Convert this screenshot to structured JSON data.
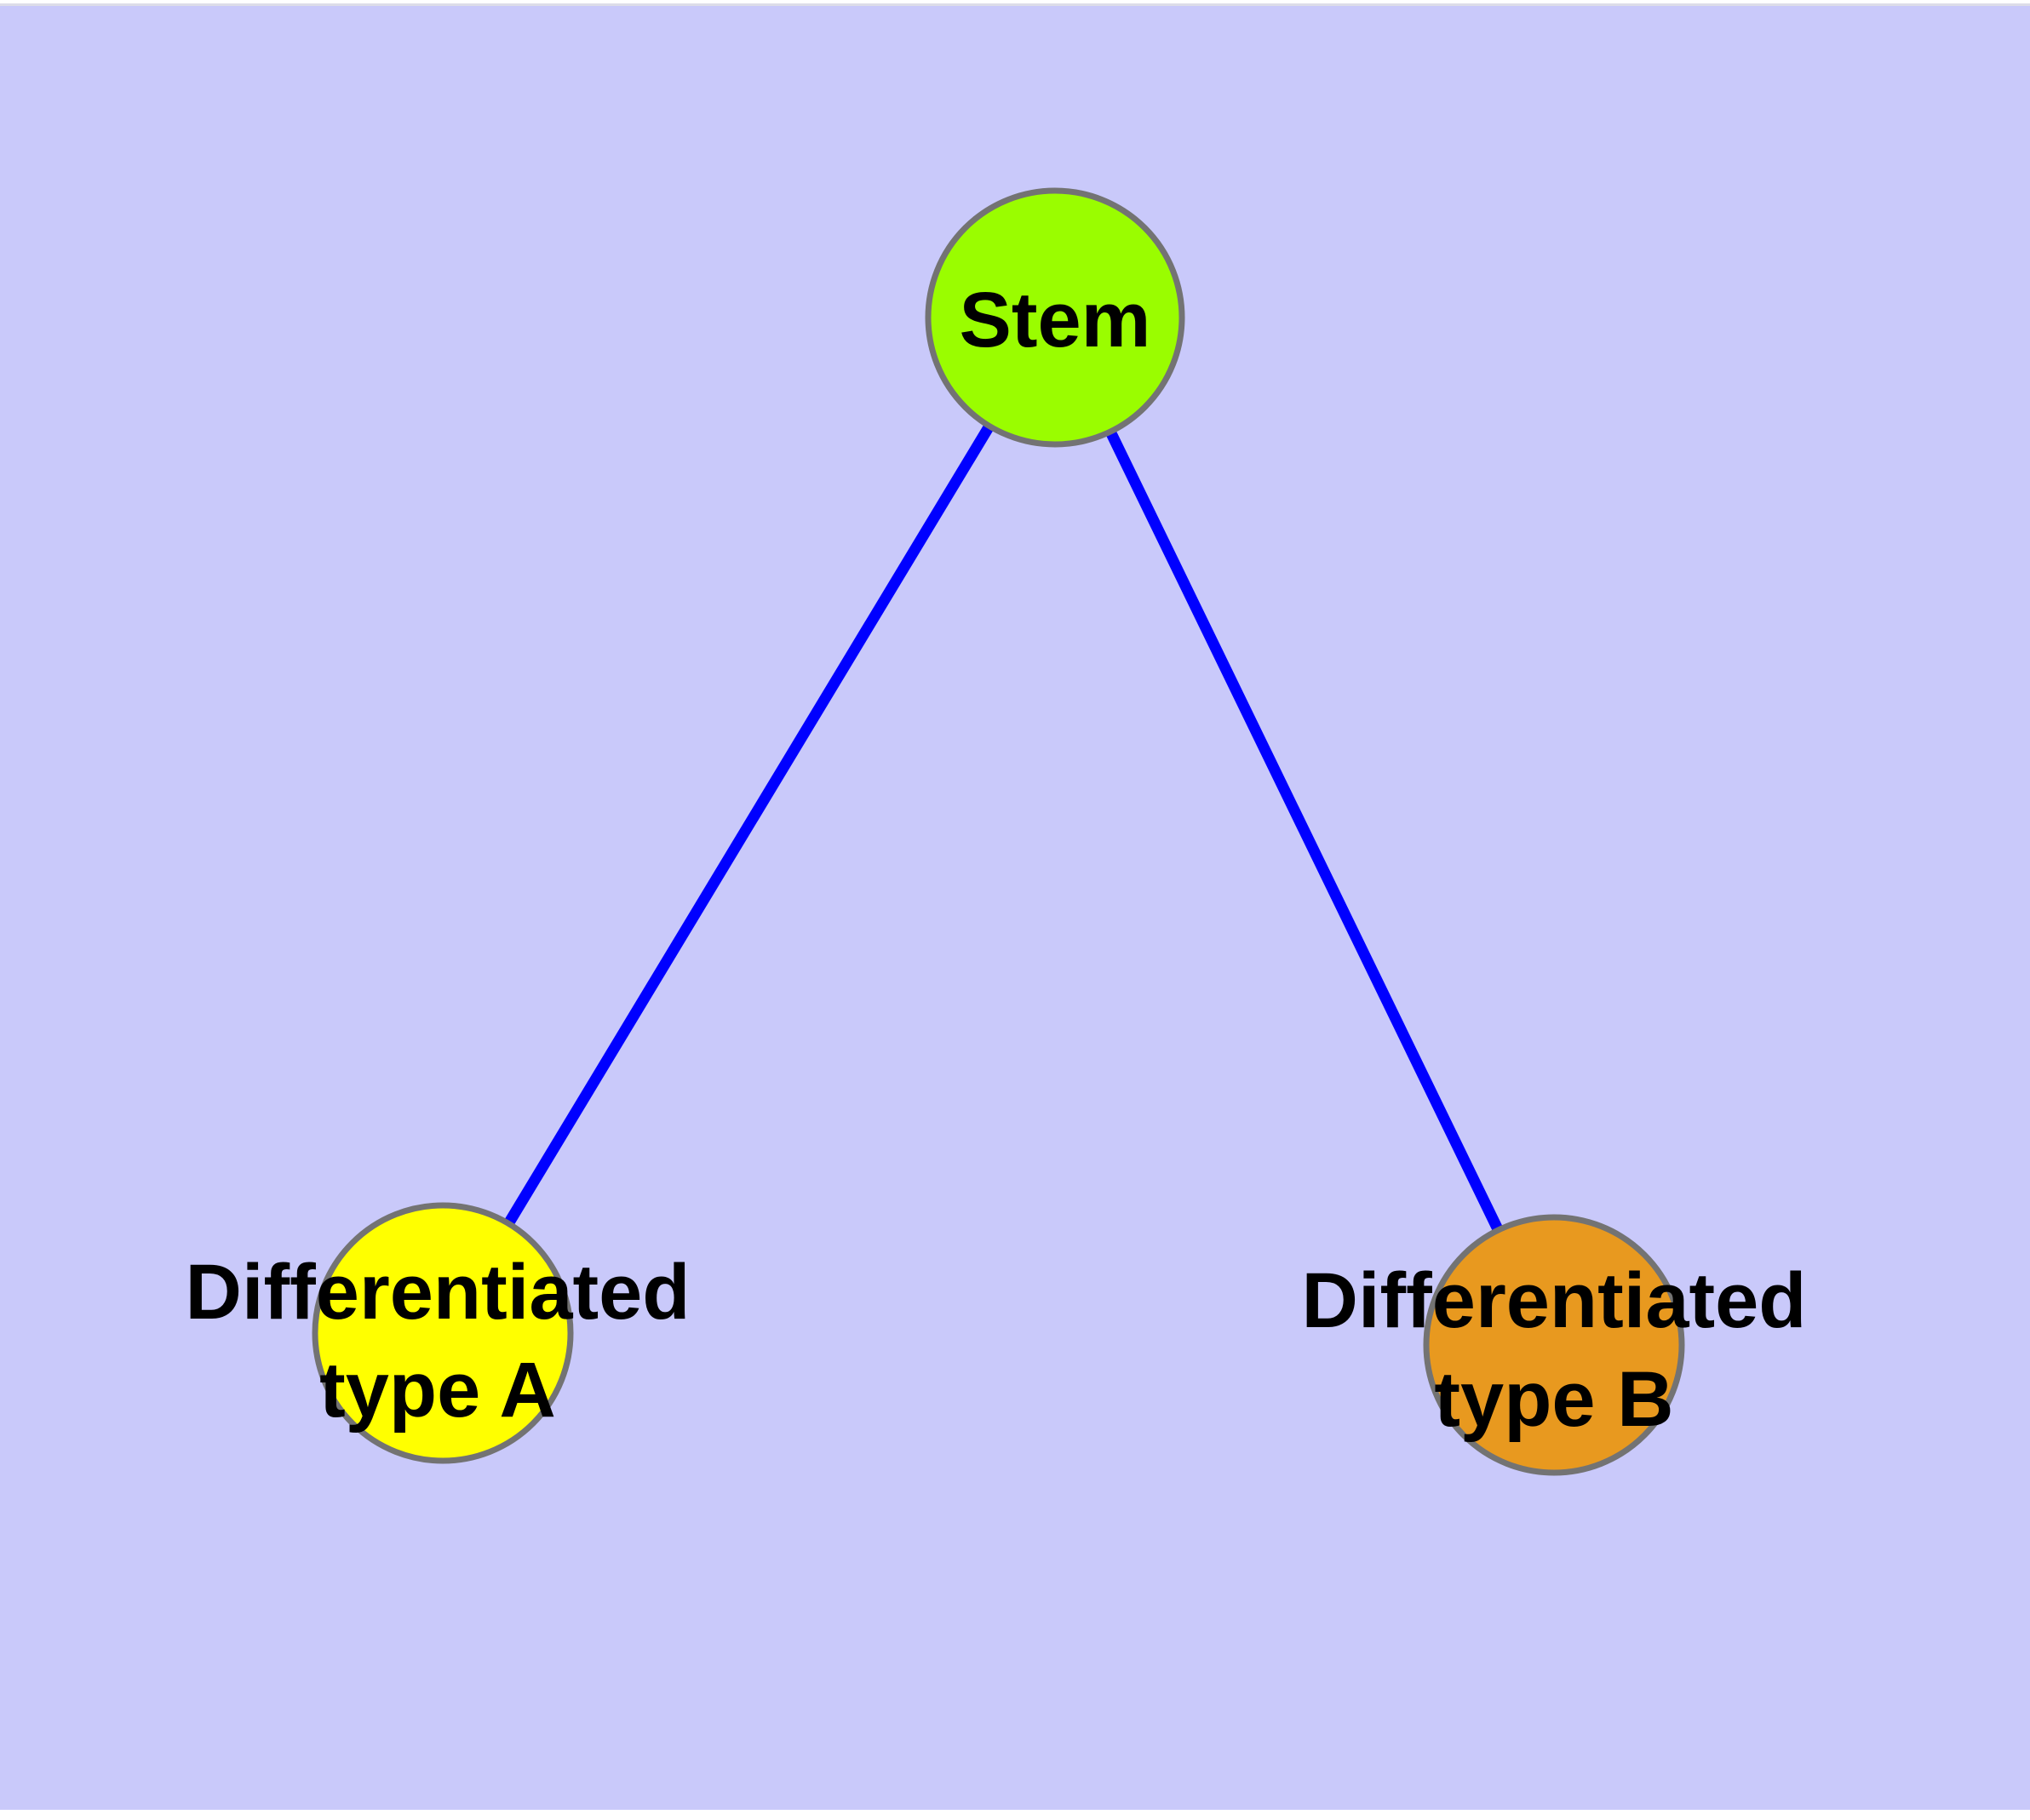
{
  "canvas": {
    "margin_color": "#FFFFFF",
    "top_divider_color": "#DDDDE8",
    "background_color": "#C9C9FA"
  },
  "graph": {
    "type": "node-link-diagram",
    "edge_color": "#0000FF",
    "node_border_color": "#737373",
    "label_color": "#000000",
    "nodes": [
      {
        "id": "stem",
        "label_lines": [
          "Stem"
        ],
        "fill": "#9AFD00"
      },
      {
        "id": "differentiated-type-a",
        "label_lines": [
          "Differentiated",
          "type A"
        ],
        "fill": "#FFFF00"
      },
      {
        "id": "differentiated-type-b",
        "label_lines": [
          "Differentiated",
          "type B"
        ],
        "fill": "#E8991F"
      }
    ],
    "edges": [
      {
        "from": "stem",
        "to": "differentiated-type-a"
      },
      {
        "from": "stem",
        "to": "differentiated-type-b"
      }
    ]
  }
}
